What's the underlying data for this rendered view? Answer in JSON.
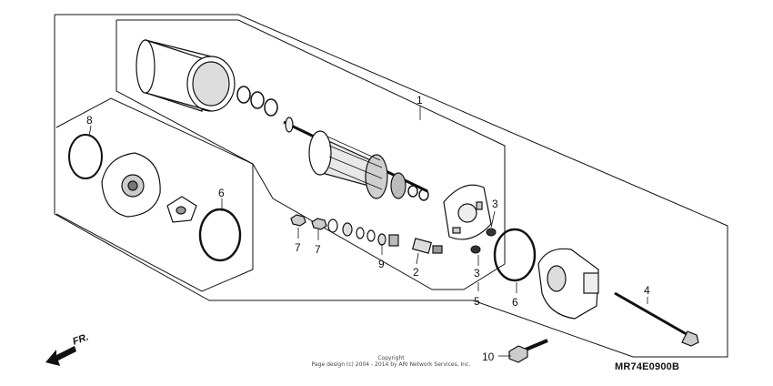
{
  "callouts": {
    "c1": "1",
    "c2": "2",
    "c3a": "3",
    "c3b": "3",
    "c4": "4",
    "c5": "5",
    "c6a": "6",
    "c6b": "6",
    "c7a": "7",
    "c7b": "7",
    "c8": "8",
    "c9": "9",
    "c10": "10"
  },
  "direction_label": "FR.",
  "copyright_line1": "Copyright",
  "copyright_line2": "Page design (c) 2004 - 2014 by ARI Network Services, Inc.",
  "diagram_code": "MR74E0900B"
}
